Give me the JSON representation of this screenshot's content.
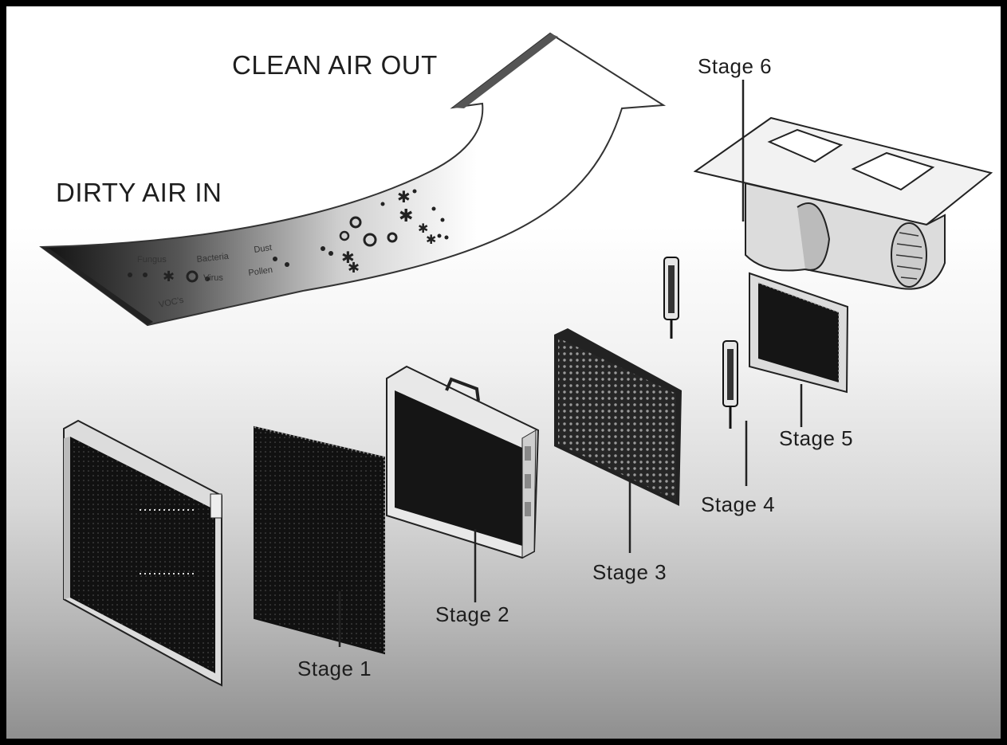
{
  "flow": {
    "out_label": "CLEAN AIR OUT",
    "in_label": "DIRTY AIR IN"
  },
  "pollutants": [
    "Fungus",
    "Bacteria",
    "Dust",
    "Virus",
    "Pollen",
    "VOC's"
  ],
  "stages": [
    "Stage 1",
    "Stage 2",
    "Stage 3",
    "Stage 4",
    "Stage 5",
    "Stage 6"
  ]
}
